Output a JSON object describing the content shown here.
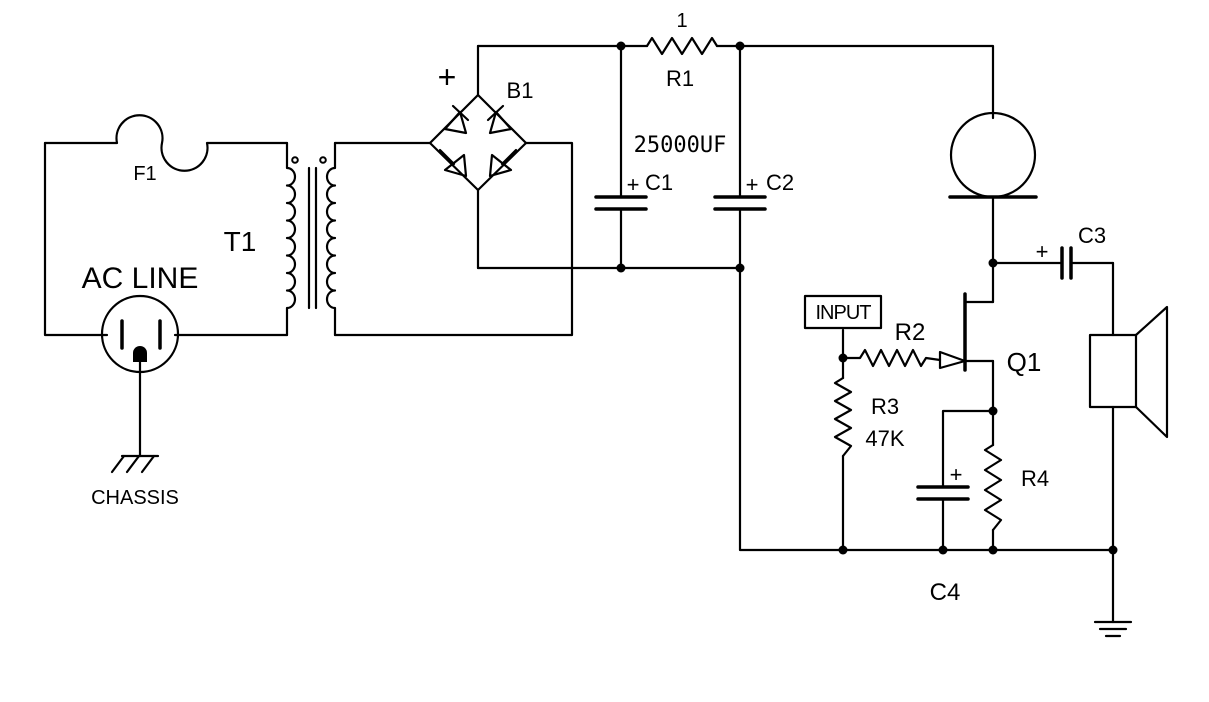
{
  "labels": {
    "r1_value": "1",
    "r1": "R1",
    "b1": "B1",
    "b1_plus": "+",
    "c1_value": "25000UF",
    "c1": "C1",
    "c2": "C2",
    "cap_plus": "+",
    "f1": "F1",
    "t1": "T1",
    "ac_line": "AC LINE",
    "chassis": "CHASSIS",
    "input": "INPUT",
    "r2": "R2",
    "r3": "R3",
    "r3_value": "47K",
    "q1": "Q1",
    "c3": "C3",
    "r4": "R4",
    "c4": "C4"
  }
}
